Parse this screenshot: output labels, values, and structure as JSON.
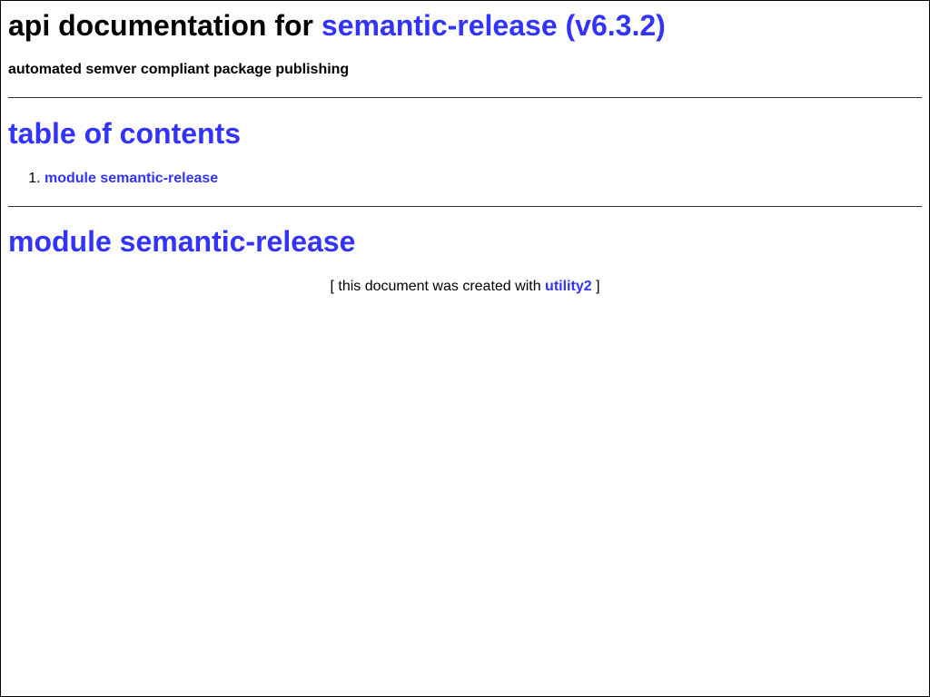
{
  "header": {
    "title_prefix": "api documentation for",
    "title_link": "semantic-release (v6.3.2)",
    "description": "automated semver compliant package publishing"
  },
  "toc": {
    "title": "table of contents",
    "items": [
      {
        "label": "module semantic-release"
      }
    ]
  },
  "module": {
    "title": "module semantic-release"
  },
  "footer": {
    "prefix": "[ this document was created with",
    "link": "utility2",
    "suffix": "]"
  },
  "colors": {
    "link": "#3333ff",
    "text": "#000000",
    "rule": "#333333"
  }
}
